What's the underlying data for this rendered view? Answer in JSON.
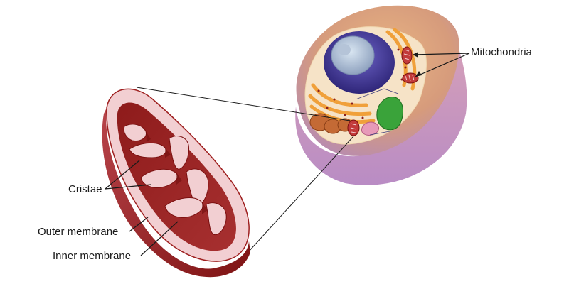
{
  "labels": {
    "mitochondria": "Mitochondria",
    "cristae": "Cristae",
    "outer_membrane": "Outer membrane",
    "inner_membrane": "Inner membrane"
  },
  "colors": {
    "outer_membrane": "#f2cfd2",
    "inner_matrix": "#9e1f1f",
    "cell_body": "#d9a37a",
    "nucleus": "#4b3f9e",
    "golgi": "#f0a03a",
    "chloroplast": "#3aa33a",
    "label_line": "#1a1a1a"
  }
}
